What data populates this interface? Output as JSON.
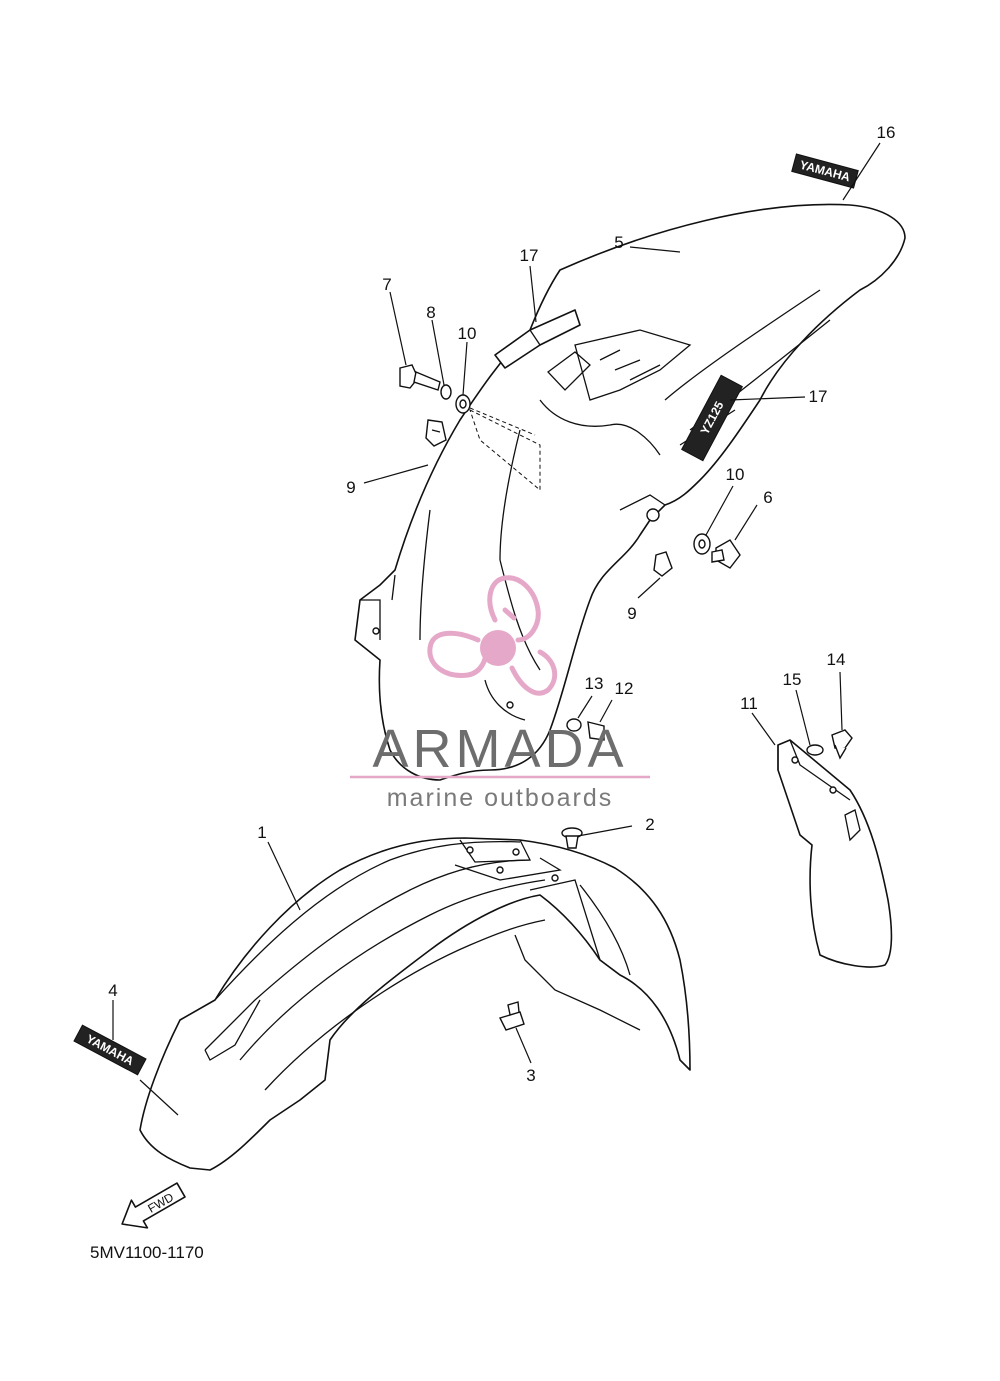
{
  "diagram": {
    "code": "5MV1100-1170",
    "fwd_text": "FWD",
    "callouts": [
      {
        "id": "c1",
        "text": "1"
      },
      {
        "id": "c2",
        "text": "2"
      },
      {
        "id": "c3",
        "text": "3"
      },
      {
        "id": "c4",
        "text": "4"
      },
      {
        "id": "c5",
        "text": "5"
      },
      {
        "id": "c6",
        "text": "6"
      },
      {
        "id": "c7",
        "text": "7"
      },
      {
        "id": "c8",
        "text": "8"
      },
      {
        "id": "c9a",
        "text": "9"
      },
      {
        "id": "c9b",
        "text": "9"
      },
      {
        "id": "c10a",
        "text": "10"
      },
      {
        "id": "c10b",
        "text": "10"
      },
      {
        "id": "c11",
        "text": "11"
      },
      {
        "id": "c12",
        "text": "12"
      },
      {
        "id": "c13",
        "text": "13"
      },
      {
        "id": "c14",
        "text": "14"
      },
      {
        "id": "c15",
        "text": "15"
      },
      {
        "id": "c16",
        "text": "16"
      },
      {
        "id": "c17a",
        "text": "17"
      },
      {
        "id": "c17b",
        "text": "17"
      }
    ],
    "decals": {
      "front_fender_decal": "YAMAHA",
      "rear_top_decal": "YAMAHA",
      "rear_side_decal": "YZ125"
    }
  },
  "watermark": {
    "brand": "ARMADA",
    "tagline": "marine outboards",
    "logo_color": "#e6a8c8",
    "text_color": "#6d6d6d",
    "underline_color": "#e6a8c8"
  }
}
